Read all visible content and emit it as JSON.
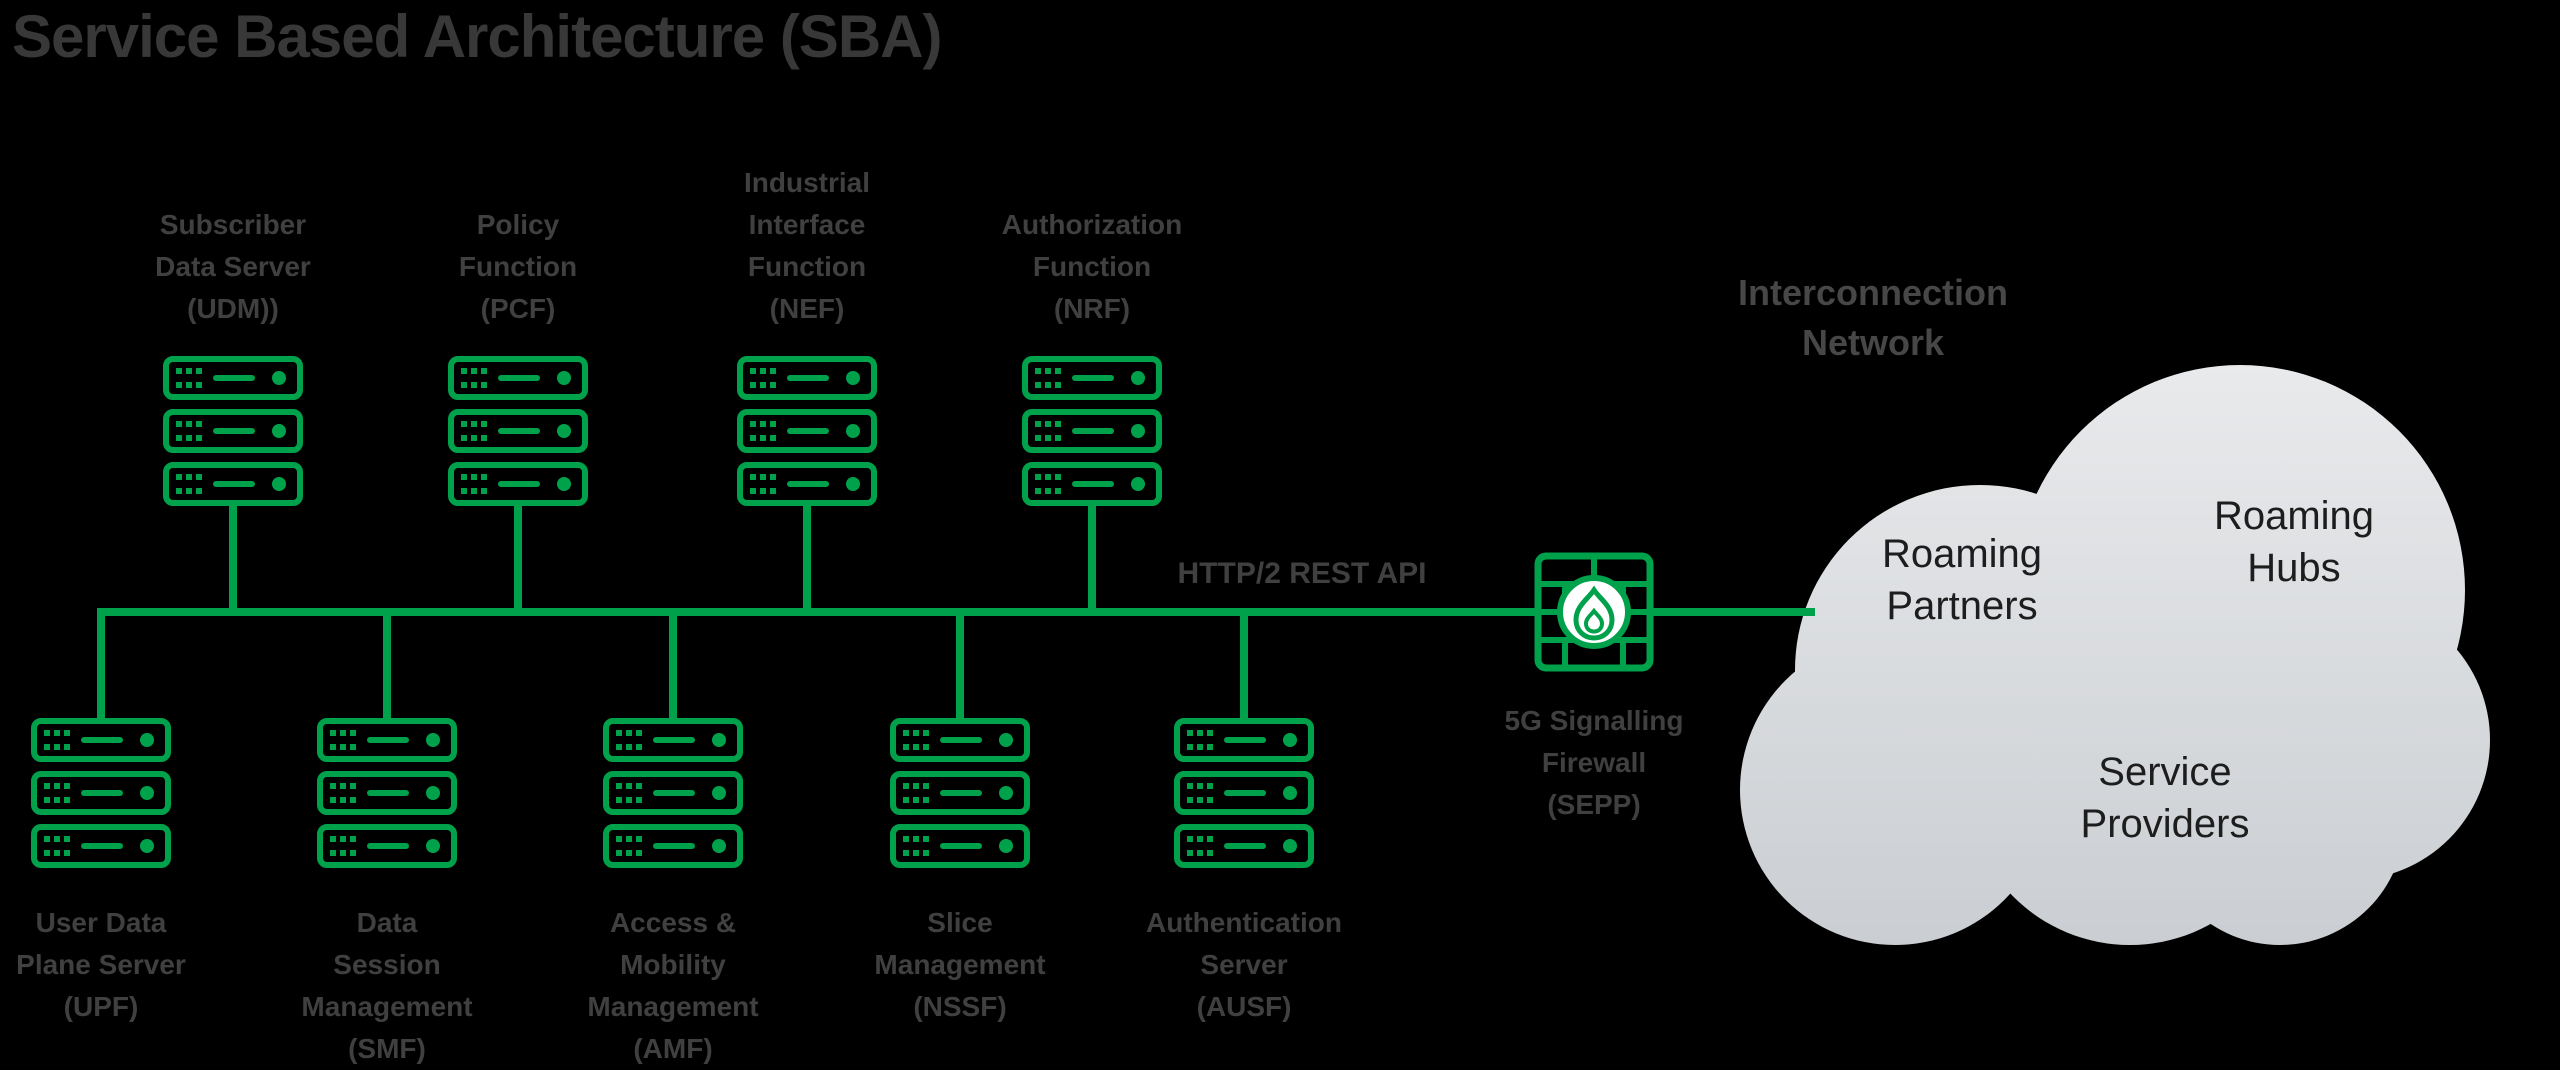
{
  "title": "Service Based Architecture (SBA)",
  "colors": {
    "green": "#00a14b",
    "label_gray": "#404040",
    "title_gray": "#383838",
    "cloud_fill_top": "#eaebed",
    "cloud_fill_bottom": "#c9cdd1",
    "cloud_text": "#1d1d1d",
    "background": "#000000"
  },
  "bus": {
    "label": "HTTP/2 REST API"
  },
  "top_nodes": [
    {
      "id": "udm",
      "label": "Subscriber\nData Server\n(UDM))"
    },
    {
      "id": "pcf",
      "label": "Policy\nFunction\n(PCF)"
    },
    {
      "id": "nef",
      "label": "Industrial\nInterface\nFunction\n(NEF)"
    },
    {
      "id": "nrf",
      "label": "Authorization\nFunction\n(NRF)"
    }
  ],
  "bottom_nodes": [
    {
      "id": "upf",
      "label": "User Data\nPlane Server\n(UPF)"
    },
    {
      "id": "smf",
      "label": "Data\nSession\nManagement\n(SMF)"
    },
    {
      "id": "amf",
      "label": "Access &\nMobility\nManagement\n(AMF)"
    },
    {
      "id": "nssf",
      "label": "Slice\nManagement\n(NSSF)"
    },
    {
      "id": "ausf",
      "label": "Authentication\nServer\n(AUSF)"
    }
  ],
  "firewall": {
    "label": "5G Signalling\nFirewall\n(SEPP)"
  },
  "cloud": {
    "title": "Interconnection\nNetwork",
    "labels": [
      {
        "id": "roaming-partners",
        "text": "Roaming\nPartners"
      },
      {
        "id": "roaming-hubs",
        "text": "Roaming\nHubs"
      },
      {
        "id": "service-providers",
        "text": "Service\nProviders"
      }
    ]
  }
}
